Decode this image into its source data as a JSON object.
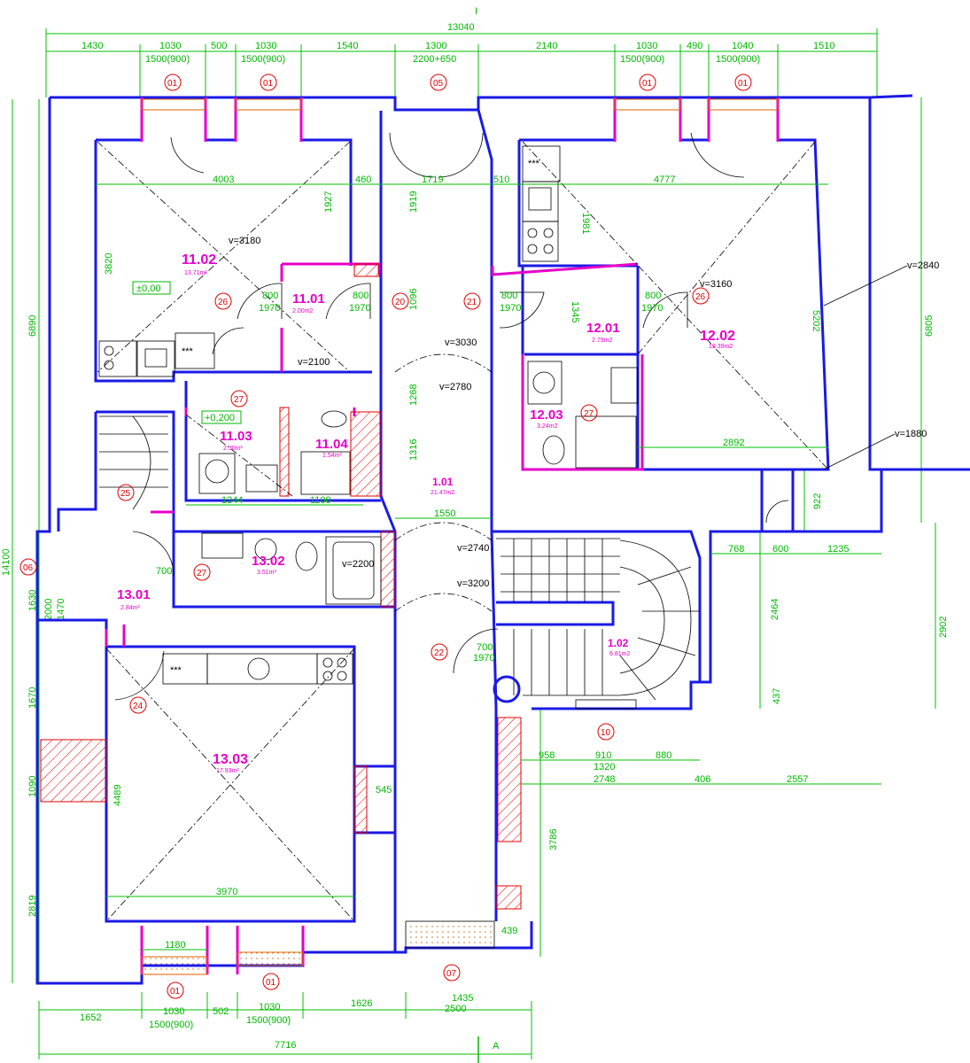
{
  "top_dims": {
    "total": "13040",
    "segments": [
      "1430",
      "1030",
      "500",
      "1030",
      "1540",
      "1300",
      "2140",
      "1030",
      "490",
      "1040",
      "1510"
    ],
    "sub": [
      "1500(900)",
      "1500(900)",
      "2200+650",
      "1500(900)",
      "1500(900)"
    ]
  },
  "bottom_dims": {
    "total": "7716",
    "segments": [
      "1652",
      "1030",
      "502",
      "1030",
      "1626",
      "1435"
    ],
    "sub": [
      "1500(900)",
      "1500(900)",
      "2500"
    ]
  },
  "left_dims": [
    "6890",
    "14100",
    "1630",
    "2000",
    "1470",
    "1670",
    "1090",
    "2819"
  ],
  "right_dims": [
    "6805",
    "2902",
    "922",
    "2464",
    "437",
    "3786"
  ],
  "rooms": [
    {
      "id": "11.02",
      "area": "13.71m²"
    },
    {
      "id": "11.01",
      "area": "2.00m2"
    },
    {
      "id": "11.03",
      "area": "2.30m²"
    },
    {
      "id": "11.04",
      "area": "1.54m²"
    },
    {
      "id": "12.01",
      "area": "2.79m2"
    },
    {
      "id": "12.02",
      "area": "19.39m2"
    },
    {
      "id": "12.03",
      "area": "3.24m2"
    },
    {
      "id": "1.01",
      "area": "21.47m2"
    },
    {
      "id": "1.02",
      "area": "6.81m2"
    },
    {
      "id": "13.01",
      "area": "2.84m²"
    },
    {
      "id": "13.02",
      "area": "3.51m²"
    },
    {
      "id": "13.03",
      "area": "17.93m²"
    }
  ],
  "levels": [
    "v=3180",
    "v=3160",
    "v=2840",
    "v=3030",
    "v=2780",
    "v=2100",
    "v=1880",
    "v=2740",
    "v=2200",
    "v=3200"
  ],
  "elevations": [
    "±0,00",
    "+0,200"
  ],
  "tags": [
    "01",
    "01",
    "05",
    "01",
    "01",
    "10",
    "07",
    "01",
    "01",
    "06",
    "27",
    "27",
    "26",
    "26",
    "21",
    "20",
    "24",
    "25",
    "22",
    "27"
  ],
  "inner_dims": [
    "4003",
    "460",
    "1719",
    "510",
    "4777",
    "3820",
    "1927",
    "1919",
    "1981",
    "1096",
    "5202",
    "2892",
    "1345",
    "1268",
    "1316",
    "1344",
    "1100",
    "1550",
    "3970",
    "4489",
    "1180",
    "545",
    "958",
    "910",
    "880",
    "1320",
    "2748",
    "406",
    "2557",
    "768",
    "600",
    "1235",
    "700",
    "800",
    "1970",
    "439"
  ],
  "section_mark": "A",
  "axis_mark": "I",
  "stove_mark": "***"
}
